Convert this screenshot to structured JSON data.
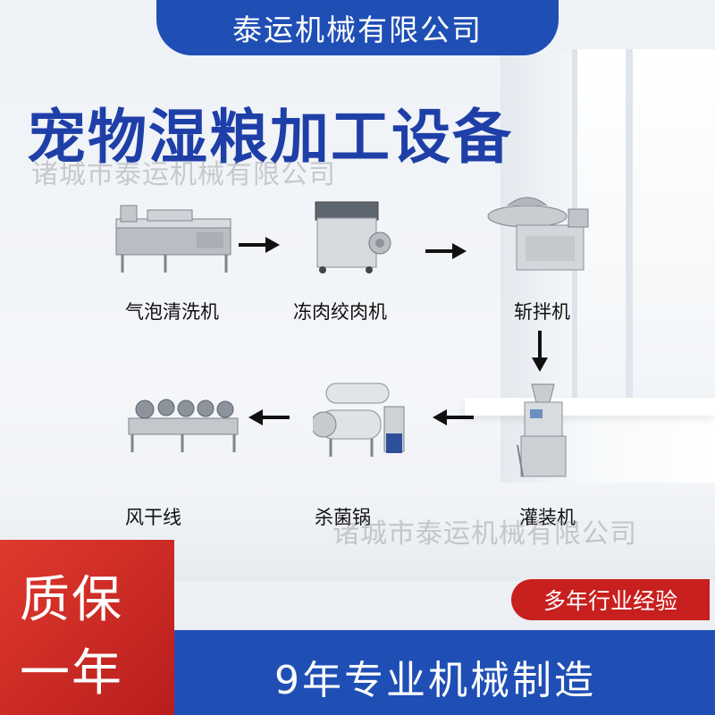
{
  "header": {
    "company": "泰运机械有限公司"
  },
  "title": "宠物湿粮加工设备",
  "watermark": "诸城市泰运机械有限公司",
  "process": [
    {
      "label": "气泡清洗机",
      "icon": "bubble-washer-icon"
    },
    {
      "label": "冻肉绞肉机",
      "icon": "meat-grinder-icon"
    },
    {
      "label": "斩拌机",
      "icon": "bowl-cutter-icon"
    },
    {
      "label": "灌装机",
      "icon": "filling-machine-icon"
    },
    {
      "label": "杀菌锅",
      "icon": "sterilizer-icon"
    },
    {
      "label": "风干线",
      "icon": "air-dryer-icon"
    }
  ],
  "badges": {
    "warranty_line1": "质保",
    "warranty_line2": "一年",
    "experience": "多年行业经验",
    "slogan": "9年专业机械制造"
  },
  "colors": {
    "brand_blue": "#1f4fb5",
    "title_blue": "#1f3fa8",
    "accent_red": "#c8201e"
  }
}
